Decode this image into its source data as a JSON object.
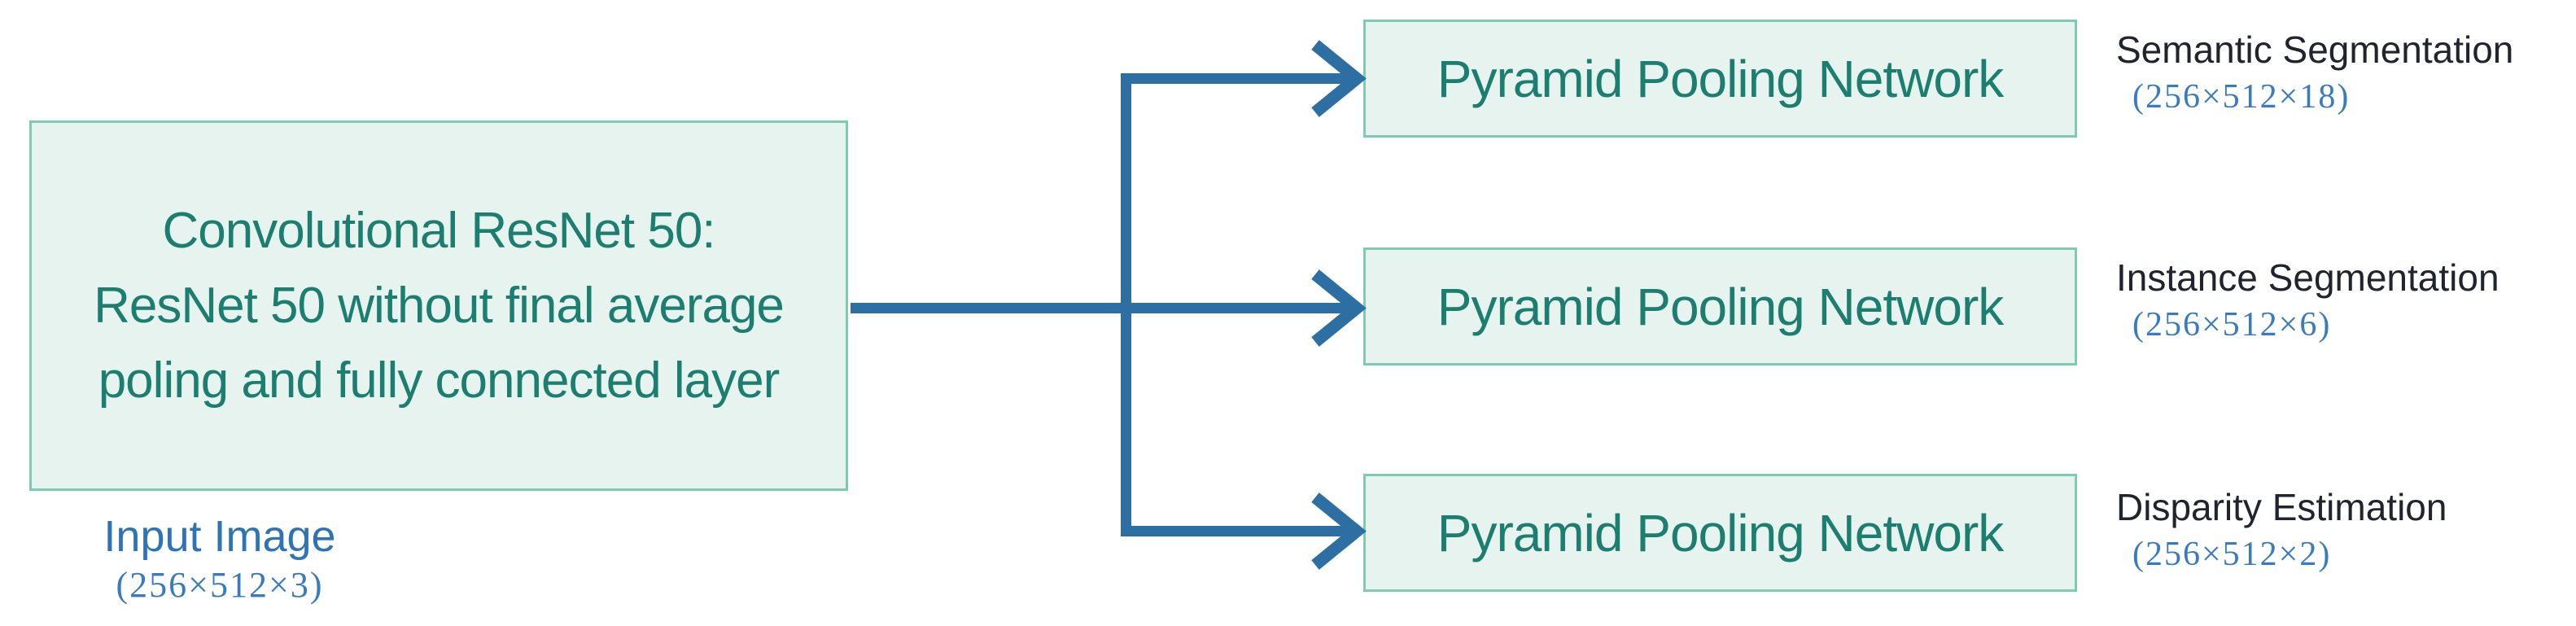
{
  "diagram": {
    "backbone": {
      "line1": "Convolutional ResNet 50:",
      "line2": "ResNet 50 without final average",
      "line3": "poling and fully connected layer"
    },
    "input": {
      "label": "Input Image",
      "dims": "(256×512×3)"
    },
    "branches": [
      {
        "box": "Pyramid Pooling Network",
        "output": "Semantic Segmentation",
        "dims": "(256×512×18)"
      },
      {
        "box": "Pyramid Pooling Network",
        "output": "Instance Segmentation",
        "dims": "(256×512×6)"
      },
      {
        "box": "Pyramid Pooling Network",
        "output": "Disparity Estimation",
        "dims": "(256×512×2)"
      }
    ],
    "colors": {
      "box_fill": "#e7f3ef",
      "box_border": "#7ecbb2",
      "box_text": "#1b7e6e",
      "arrow_blue": "#2e6fa3",
      "output_title_text": "#20242c",
      "input_label_blue": "#2e74b5",
      "dims_blue": "#3a7bbd",
      "background": "#ffffff"
    }
  }
}
